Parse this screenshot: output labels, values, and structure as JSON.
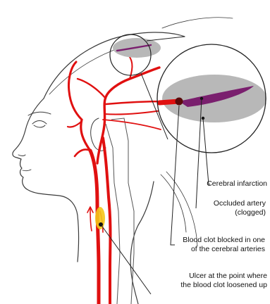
{
  "labels": {
    "cerebral_infarction": "Cerebral infarction",
    "occluded_artery_line1": "Occluded artery",
    "occluded_artery_line2": "(clogged)",
    "blood_clot_line1": "Blood clot blocked in one",
    "blood_clot_line2": "of the cerebral arteries",
    "ulcer_line1": "Ulcer at the point where",
    "ulcer_line2": "the blood clot loosened up"
  },
  "colors": {
    "artery": "#e01010",
    "infarction_zone": "#b8b8b8",
    "occluded_artery": "#7a1f6e",
    "clot": "#5a0a0a",
    "ulcer_highlight": "#f5c518",
    "outline": "#333333"
  }
}
